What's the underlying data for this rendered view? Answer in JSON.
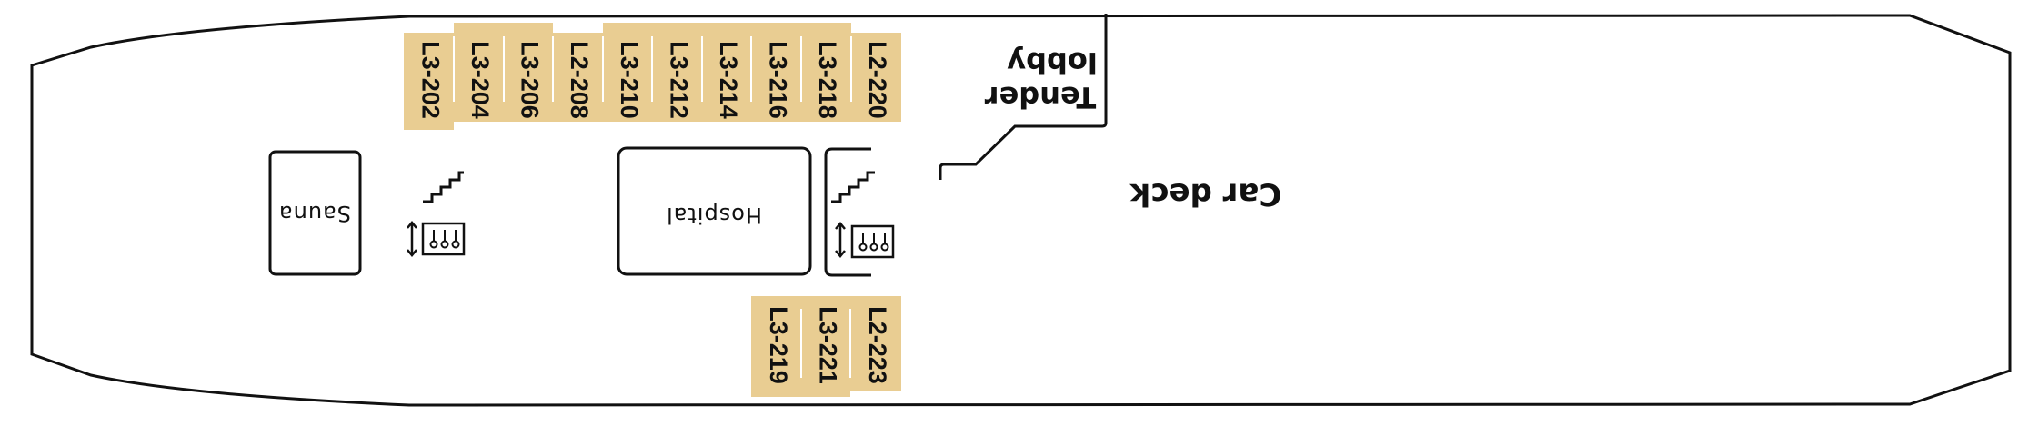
{
  "colors": {
    "cabin_fill": "#e9cd92",
    "outline": "#111111",
    "background": "#ffffff"
  },
  "orientation": "rotated-180",
  "areas": {
    "car_deck": "Car deck",
    "tender_lobby_line1": "Tender",
    "tender_lobby_line2": "lobby",
    "hospital": "Hospital",
    "sauna": "Sauna"
  },
  "cabins_top": [
    "L3-202",
    "L3-204",
    "L3-206",
    "L2-208",
    "L3-210",
    "L3-212",
    "L3-214",
    "L3-216",
    "L3-218",
    "L2-220"
  ],
  "cabins_bottom": [
    "L3-219",
    "L3-221",
    "L2-223"
  ],
  "icons": [
    "stairs-icon",
    "elevator-icon",
    "stairs-icon",
    "elevator-icon"
  ]
}
